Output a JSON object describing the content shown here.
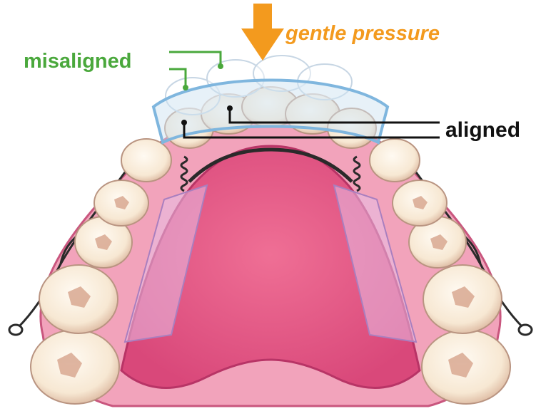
{
  "labels": {
    "misaligned": "misaligned",
    "pressure": "gentle pressure",
    "aligned": "aligned"
  },
  "colors": {
    "misaligned": "#4aa83c",
    "pressure": "#f39a1e",
    "aligned": "#111111",
    "palate": "#e35d86",
    "palate_dark": "#c93a67",
    "gum": "#f2a3bb",
    "tooth": "#fbf2e4",
    "tooth_shade": "#d7a48c",
    "wire": "#2a2a2a",
    "acrylic": "#cfe3f2",
    "acrylic_edge": "#7fb6de"
  }
}
